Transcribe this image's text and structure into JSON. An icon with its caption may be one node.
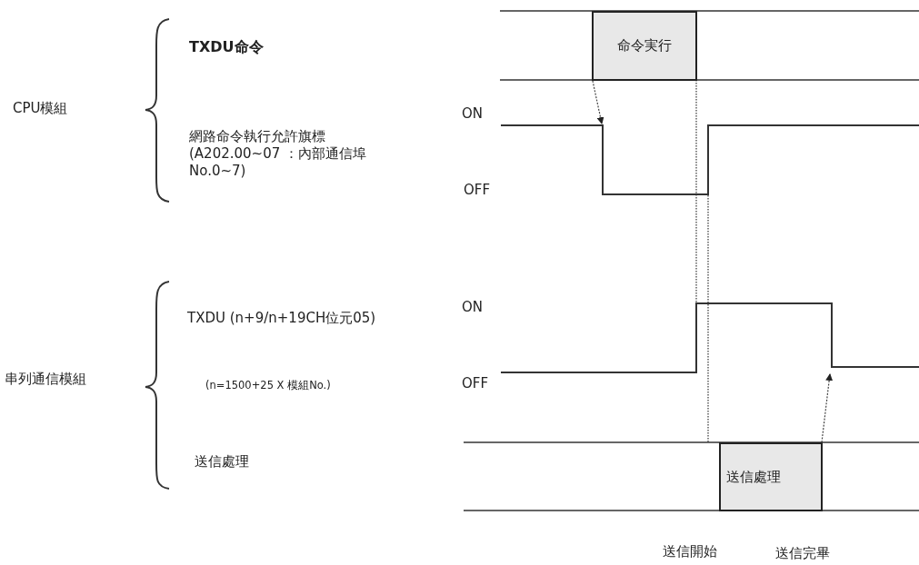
{
  "diagram": {
    "nodes": [
      {
        "text": [
          "命令実行"
        ]
      },
      {
        "text": [
          "送信處理"
        ]
      },
      {
        "text": [],
        "shape": "waveform"
      },
      {
        "text": [],
        "shape": "waveform"
      }
    ],
    "edges": [
      {
        "from": 0,
        "to": 2,
        "arrow": "to",
        "style": "dashed"
      },
      {
        "from": 1,
        "to": 3,
        "arrow": "to",
        "style": "dashed"
      }
    ],
    "labels": [
      "TXDU命令",
      "CPU模組",
      "ON",
      "網路命令執行允許旗標 (A202.00~07 ：內部通信埠 No.0~7)",
      "OFF",
      "ON",
      "TXDU (n+9/n+19CH位元05)",
      "串列通信模組",
      "(n=1500+25 X 模組No.)",
      "OFF",
      "送信處理",
      "送信開始",
      "送信完畢"
    ]
  }
}
